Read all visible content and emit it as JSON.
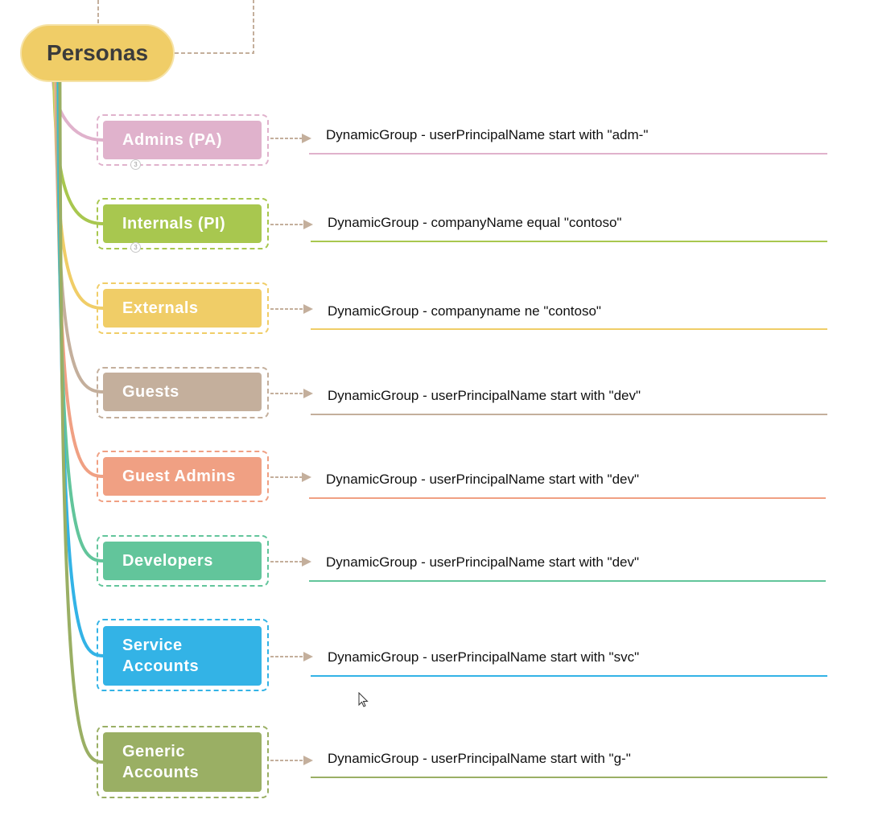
{
  "root": {
    "label": "Personas",
    "color": "#f0cd67"
  },
  "personas": [
    {
      "label": "Admins (PA)",
      "color": "#e0b2cc",
      "rule": "DynamicGroup - userPrincipalName start with \"adm-\"",
      "badge": "3"
    },
    {
      "label": "Internals (PI)",
      "color": "#a8c74f",
      "rule": "DynamicGroup - companyName equal \"contoso\"",
      "badge": "3"
    },
    {
      "label": "Externals",
      "color": "#f0cd67",
      "rule": "DynamicGroup - companyname ne \"contoso\"",
      "badge": ""
    },
    {
      "label": "Guests",
      "color": "#c4af9c",
      "rule": "DynamicGroup - userPrincipalName start with \"dev\"",
      "badge": ""
    },
    {
      "label": "Guest Admins",
      "color": "#f0a083",
      "rule": "DynamicGroup - userPrincipalName start with \"dev\"",
      "badge": ""
    },
    {
      "label": "Developers",
      "color": "#62c59b",
      "rule": "DynamicGroup - userPrincipalName start with \"dev\"",
      "badge": ""
    },
    {
      "label": "Service Accounts",
      "color": "#33b3e6",
      "rule": "DynamicGroup - userPrincipalName start with \"svc\"",
      "badge": ""
    },
    {
      "label": "Generic Accounts",
      "color": "#9aaf64",
      "rule": "DynamicGroup - userPrincipalName start with \"g-\"",
      "badge": ""
    }
  ]
}
